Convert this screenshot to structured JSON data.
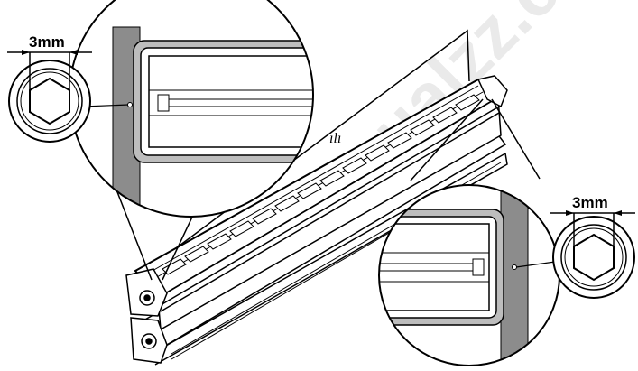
{
  "diagram": {
    "left_detail": {
      "dimension": "3mm",
      "tool": "hex-key"
    },
    "right_detail": {
      "dimension": "3mm",
      "tool": "hex-key"
    },
    "watermark": "manualzz.com",
    "colors": {
      "line": "#000000",
      "gray_fill": "#8c8c8c",
      "light_gray": "#bdbdbd",
      "watermark": "#d9d9d9"
    }
  }
}
